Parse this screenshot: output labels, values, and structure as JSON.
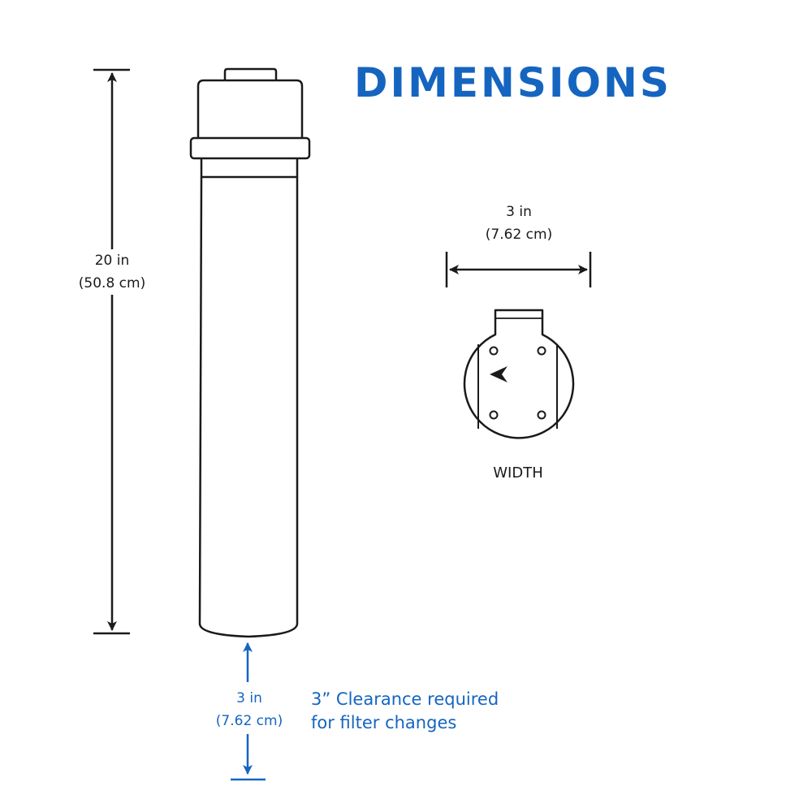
{
  "title": "DIMENSIONS",
  "height_label": {
    "imperial": "20 in",
    "metric": "(50.8 cm)"
  },
  "width_label": {
    "imperial": "3 in",
    "metric": "(7.62 cm)"
  },
  "clearance_label": {
    "imperial": "3 in",
    "metric": "(7.62 cm)"
  },
  "clearance_note": {
    "line1": "3” Clearance required",
    "line2": "for filter changes"
  },
  "width_caption": "WIDTH",
  "colors": {
    "accent": "#1565c0",
    "line": "#1a1a1a",
    "background": "#ffffff"
  }
}
